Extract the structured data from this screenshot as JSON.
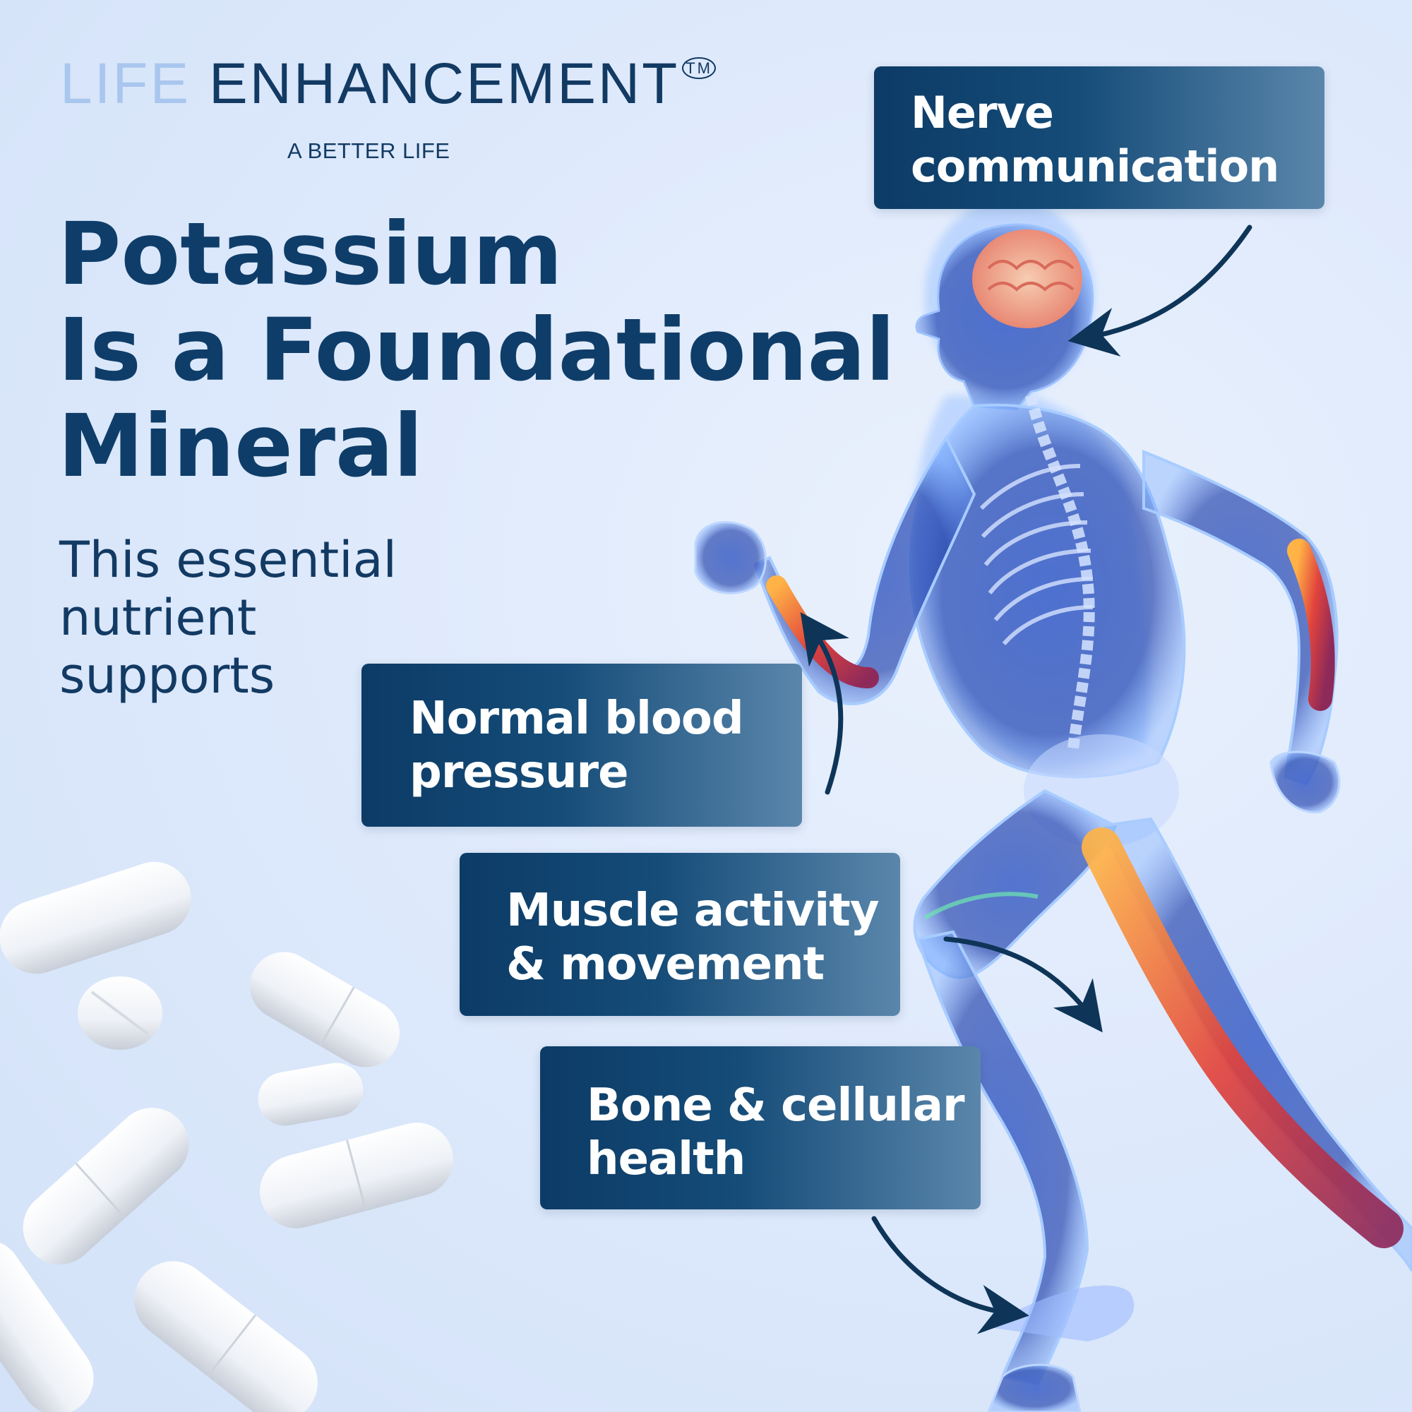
{
  "brand": {
    "name_part1": "LIFE",
    "name_part2": "ENHANCEMENT",
    "trademark": "TM",
    "tagline": "A BETTER LIFE"
  },
  "headline": {
    "line1": "Potassium",
    "line2": "Is a Foundational",
    "line3": "Mineral"
  },
  "subtext": {
    "line1": "This essential",
    "line2": "nutrient",
    "line3": "supports"
  },
  "callouts": [
    {
      "line1": "Nerve",
      "line2": "communication"
    },
    {
      "line1": "Normal blood",
      "line2": "pressure"
    },
    {
      "line1": "Muscle activity",
      "line2": "& movement"
    },
    {
      "line1": "Bone & cellular",
      "line2": "health"
    }
  ],
  "colors": {
    "navy": "#0f3d69",
    "logo_light_blue": "#a9c6ee",
    "callout_gradient_start": "#0c3b66",
    "callout_gradient_end": "#5a86ab",
    "background": "#dce8fb"
  },
  "illustrations": [
    "running-anatomy-figure",
    "white-capsules"
  ]
}
